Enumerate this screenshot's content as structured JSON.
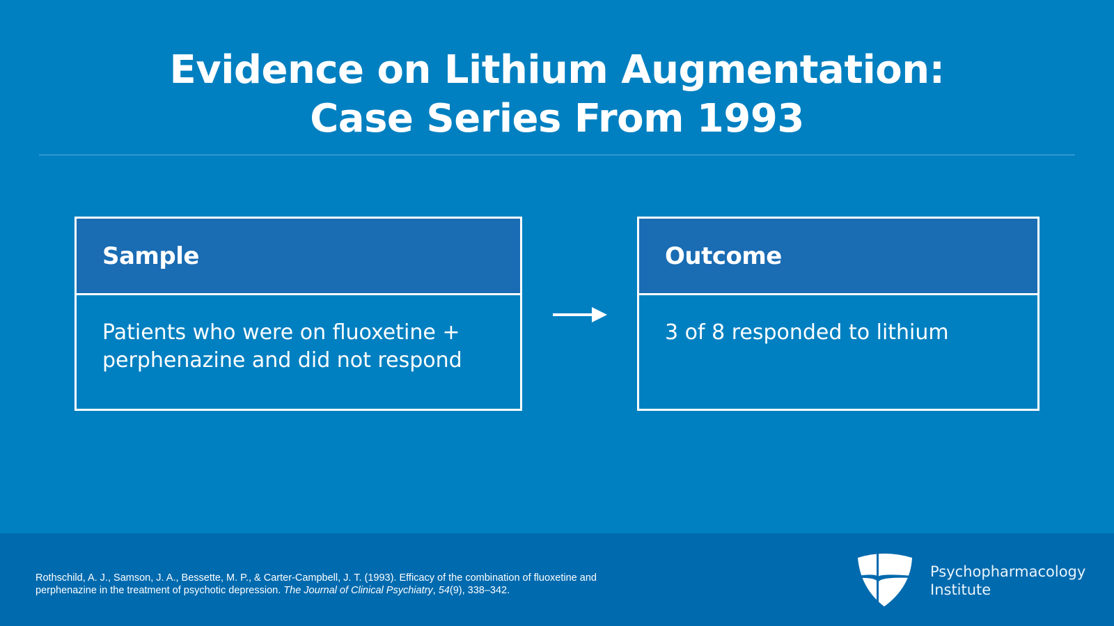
{
  "slide": {
    "title_line1": "Evidence on Lithium Augmentation:",
    "title_line2": "Case Series From 1993"
  },
  "sample": {
    "heading": "Sample",
    "body": "Patients who were on fluoxetine + perphenazine and did not respond"
  },
  "outcome": {
    "heading": "Outcome",
    "body": "3 of 8 responded to lithium"
  },
  "footer": {
    "citation_part1": "Rothschild, A. J., Samson, J. A., Bessette, M. P., & Carter-Campbell, J. T. (1993). Efficacy of the combination of fluoxetine and perphenazine in the treatment of psychotic depression. ",
    "citation_journal": "The Journal of Clinical Psychiatry",
    "citation_sep": ", ",
    "citation_volume": "54",
    "citation_rest": "(9), 338–342.",
    "brand_line1": "Psychopharmacology",
    "brand_line2": "Institute"
  },
  "icons": {
    "arrow": "arrow-right-icon",
    "logo": "shield-logo-icon"
  },
  "colors": {
    "background": "#0080c1",
    "footer": "#006aae",
    "box_header": "#1a6cb3"
  }
}
